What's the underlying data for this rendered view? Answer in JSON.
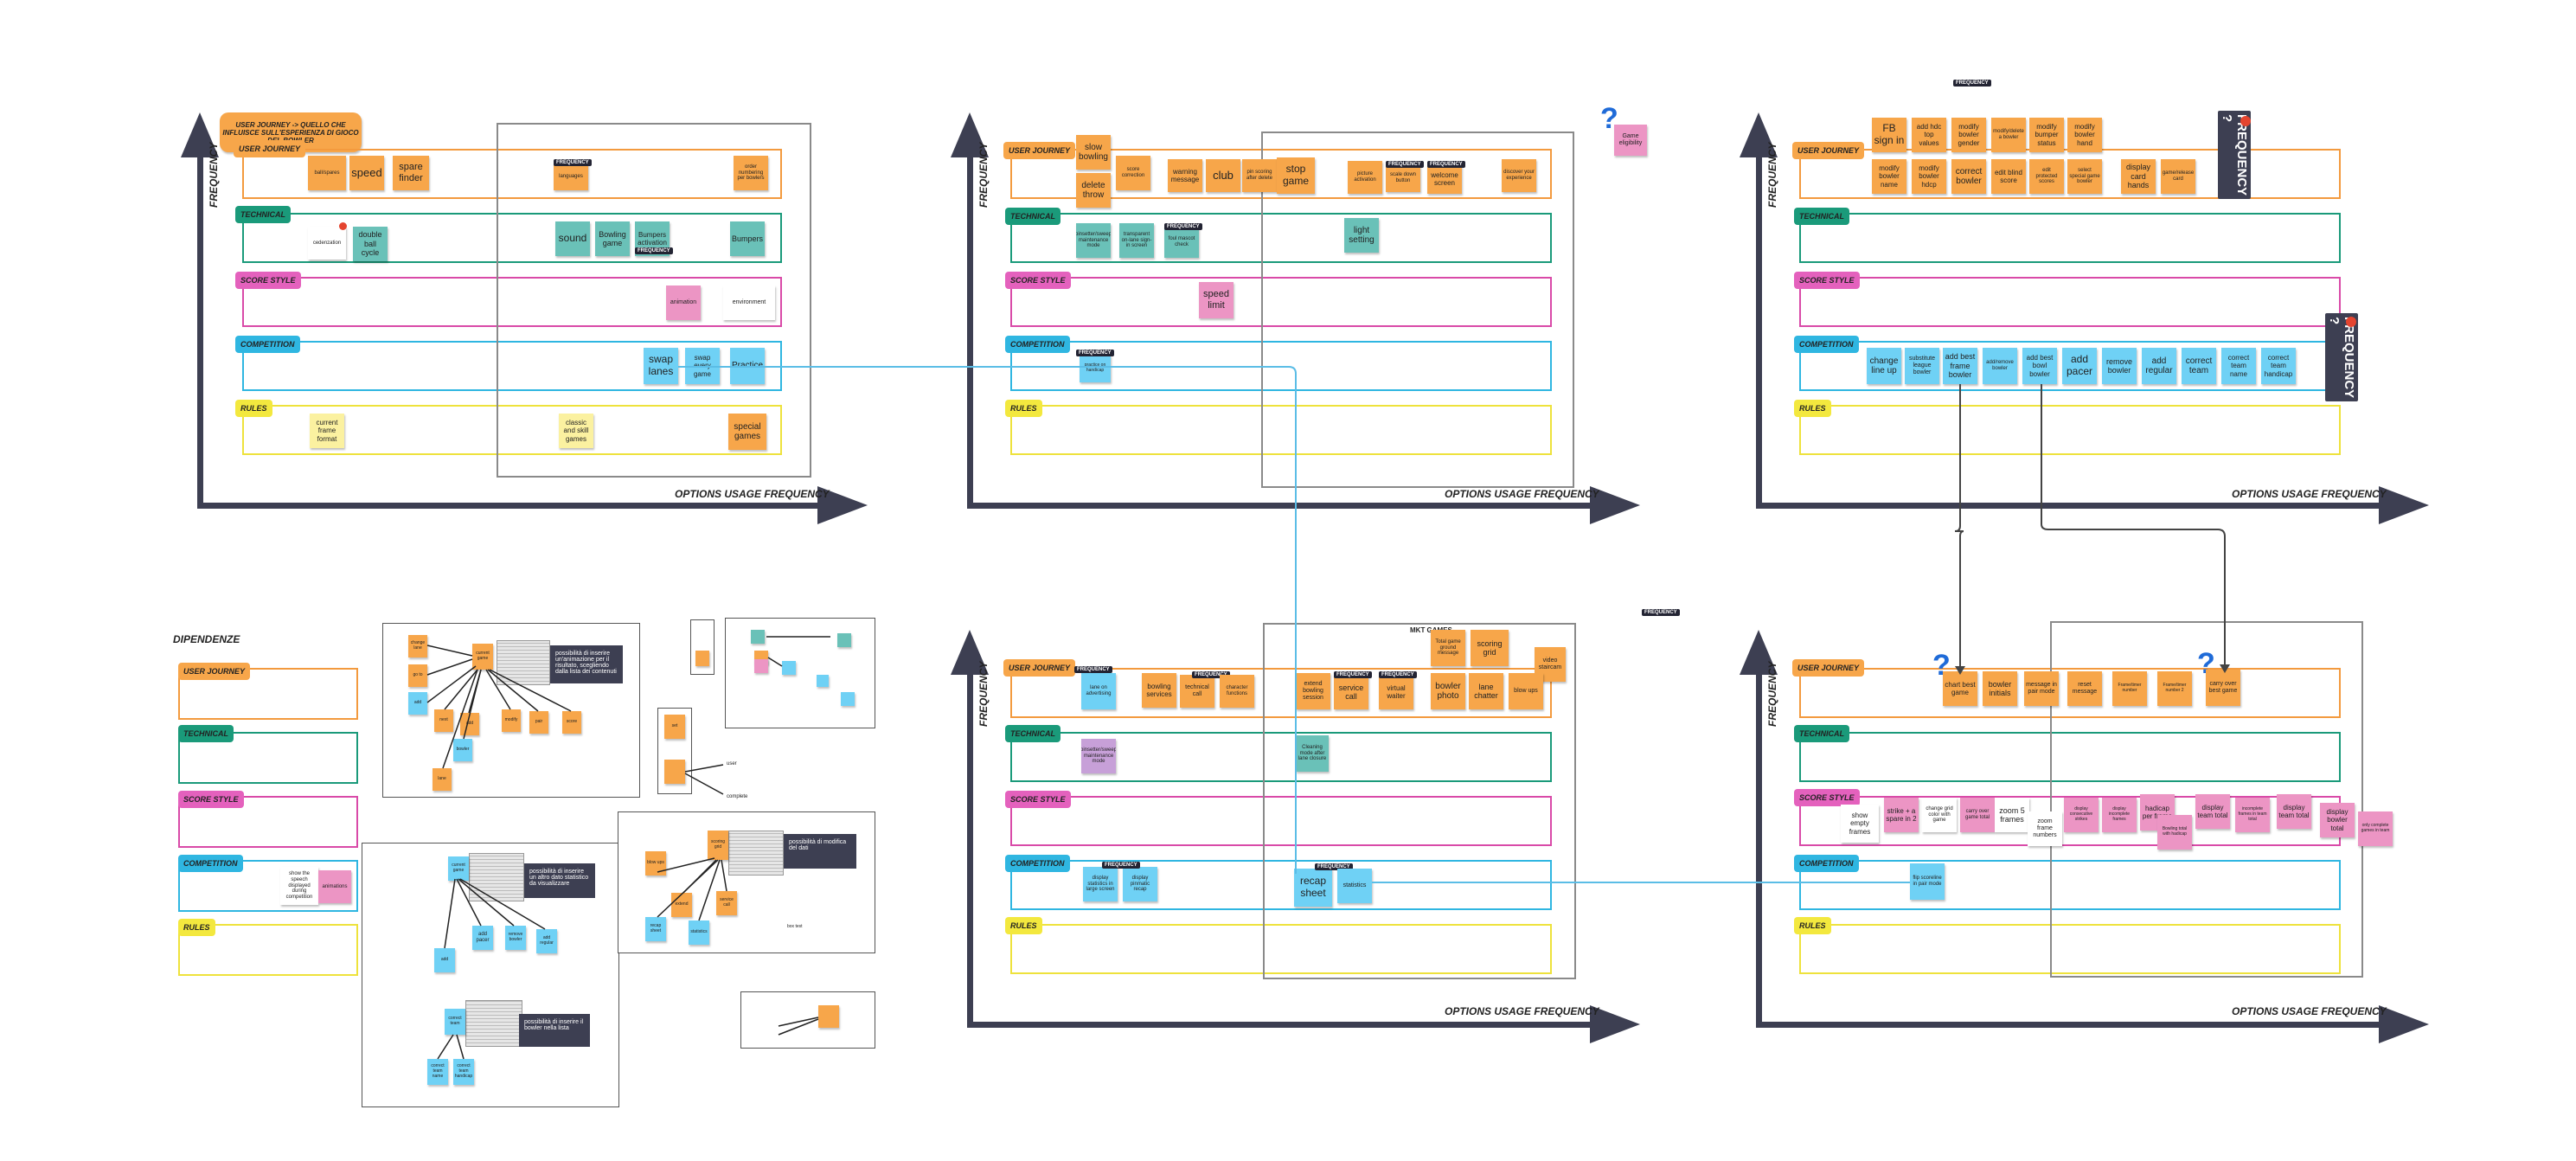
{
  "labels": {
    "frequency": "FREQUENCY",
    "options_usage_frequency": "OPTIONS USAGE FREQUENCY",
    "user_journey": "USER JOURNEY",
    "technical": "TECHNICAL",
    "score_style": "SCORE STYLE",
    "competition": "COMPETITION",
    "rules": "RULES",
    "frequency_q": "FREQUENCY ?",
    "frequency_badge": "FREQUENCY",
    "dependence": "DIPENDENZE",
    "mkt_games": "MKT GAMES"
  },
  "panel1": {
    "header_note": "USER JOURNEY -> QUELLO CHE INFLUISCE SULL'ESPERIENZA DI GIOCO DEL BOWLER",
    "notes": {
      "n1": "ball/spares",
      "n2": "speed",
      "n3": "spare finder",
      "n4": "languages",
      "n5": "order numbering per bowlers",
      "t1": "cedenzation",
      "t2": "double ball cycle",
      "t3": "sound",
      "t4": "Bowling game",
      "t5": "Bumpers activation",
      "t6": "Bumpers",
      "p1": "animation",
      "p2": "environment",
      "c1": "swap lanes",
      "c2": "swap every game",
      "c3": "Practice",
      "y1": "current frame format",
      "y2": "classic and skill games",
      "y3": "special games"
    }
  },
  "panel2": {
    "notes": {
      "n1": "slow bowling",
      "n2": "delete throw",
      "n3": "score correction",
      "n4": "warning message",
      "n5": "club",
      "n6": "pin scoring after delete",
      "n7": "stop game",
      "n8": "picture activation",
      "n9": "scale down button",
      "n10": "welcome screen",
      "n11": "discover your experience",
      "g1": "Game eligibility",
      "t1": "pinsetter/sweep maintenance mode",
      "t2": "transparent on-lane sign-in screen",
      "t3": "foul mascot check",
      "t4": "light setting",
      "p1": "speed limit",
      "c1": "practice on handicap"
    }
  },
  "panel3": {
    "notes": {
      "n1": "FB sign in",
      "n2": "add hdc top values",
      "n3": "modify bowler gender",
      "n4": "modify/delete a bowler",
      "n5": "modify bumper status",
      "n6": "modify bowler hand",
      "n7": "modify bowler name",
      "n8": "modify bowler hdcp",
      "n9": "correct bowler",
      "n10": "edit blind score",
      "n11": "edit protected scores",
      "n12": "select special game bowler",
      "n13": "display card hands",
      "n14": "game/release card",
      "c1": "change line up",
      "c2": "substitute league bowler",
      "c3": "add best frame bowler",
      "c4": "add/remove bowler",
      "c5": "add best bowl bowler",
      "c6": "add pacer",
      "c7": "remove bowler",
      "c8": "add regular",
      "c9": "correct team",
      "c10": "correct team name",
      "c11": "correct team handicap"
    }
  },
  "panel5": {
    "notes": {
      "n1": "lane on advertising",
      "n2": "bowling services",
      "n3": "technical call",
      "n4": "character functions",
      "n5": "extend bowling session",
      "n6": "service call",
      "n7": "virtual waiter",
      "n8": "bowler photo",
      "n9": "lane chatter",
      "n10": "blow ups",
      "n11": "Total game ground message",
      "n12": "scoring grid",
      "n13": "video staircam",
      "t1": "pinsetter/sweep maintenance mode",
      "t2": "Cleaning mode after lane closure",
      "c1": "display statistics in large screen",
      "c2": "display pinmatic recap",
      "c3": "recap sheet",
      "c4": "statistics"
    }
  },
  "panel6": {
    "notes": {
      "n1": "chart best game",
      "n2": "bowler initials",
      "n3": "message in pair mode",
      "n4": "reset message",
      "n5": "Frame/timer number",
      "n6": "Frame/timer number 2",
      "n7": "carry over best game",
      "p1": "show empty frames",
      "p2": "strike + a spare in 2",
      "p3": "change grid color with game",
      "p4": "carry over game total",
      "p5": "zoom 5 frames",
      "p6": "zoom frame numbers",
      "p7": "display consecutive strikes",
      "p8": "display incomplete frames",
      "p9": "hadicap per frame",
      "p10": "Bowling total with hadicap",
      "p11": "display team total",
      "p12": "incomplete frames in team total",
      "p13": "display team total",
      "p14": "display bowler total",
      "p15": "only complete games in team",
      "c1": "flip scoreline in pair mode"
    }
  },
  "dependence": {
    "note1": "show the speech displayed during competition",
    "note2": "animations",
    "callout1": "possibilità di inserire un'animazione per il risultato, scegliendo dalla lista dei contenuti",
    "callout2": "possibilità di inserire un altro dato statistico da visualizzare",
    "callout3": "possibilità di inserire il bowler nella lista",
    "callout4": "possibilità di modifica del dati",
    "map1": {
      "root": "current game",
      "c1": "change lane",
      "c2": "go to",
      "c3": "add",
      "c4": "next",
      "c5": "add",
      "c6": "bowler",
      "c7": "lane",
      "c8": "modify",
      "c9": "pair",
      "c10": "score"
    },
    "map2": {
      "root": "current game",
      "c1": "add",
      "c2": "add pacer",
      "c3": "remove bowler",
      "c4": "add regular"
    },
    "map3": {
      "root": "correct team",
      "c1": "correct team name",
      "c2": "correct team handicap"
    },
    "map4": {
      "root": "scoring grid",
      "c1": "extend",
      "c2": "service call",
      "c3": "recap sheet",
      "c4": "statistics",
      "c5": "blow ups"
    },
    "map5": {
      "root": "set",
      "c1": "user",
      "c2": "complete"
    },
    "small_text": "box test"
  }
}
